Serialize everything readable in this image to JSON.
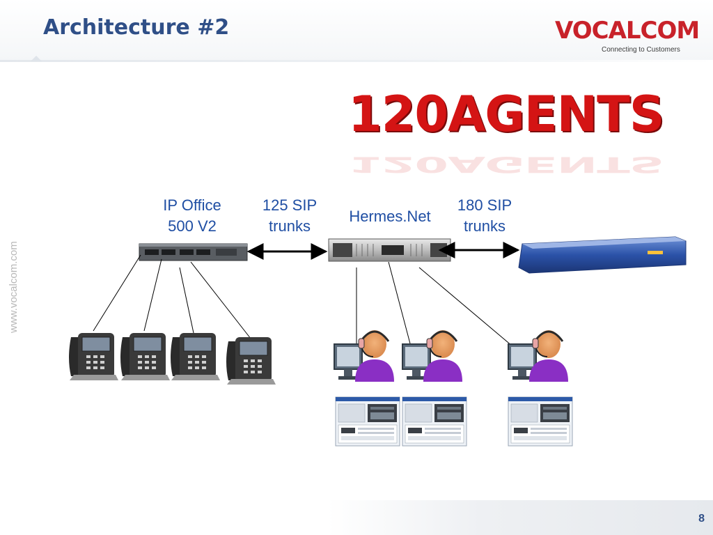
{
  "slide": {
    "title": "Architecture #2",
    "page_number": "8",
    "side_url": "www.vocalcom.com"
  },
  "logo": {
    "name": "VOCALCOM",
    "tagline": "Connecting to Customers"
  },
  "headline": "120AGENTS",
  "labels": {
    "ip_office": "IP Office\n500 V2",
    "sip_trunks_left": "125 SIP\ntrunks",
    "hermes": "Hermes.Net",
    "sip_trunks_right": "180 SIP\ntrunks"
  },
  "icons": {
    "pbx": "ip-office-appliance-icon",
    "server": "rack-server-icon",
    "gateway": "sip-gateway-icon",
    "phone": "desk-phone-icon",
    "agent": "agent-headset-icon",
    "screen": "agent-desktop-screenshot-icon",
    "arrow": "double-headed-arrow-icon"
  },
  "colors": {
    "title": "#2f4f87",
    "label": "#1f4ea3",
    "headline": "#d41414",
    "logo": "#c8222a",
    "gateway": "#2b52a8",
    "agent_shirt": "#8a2fc4"
  }
}
